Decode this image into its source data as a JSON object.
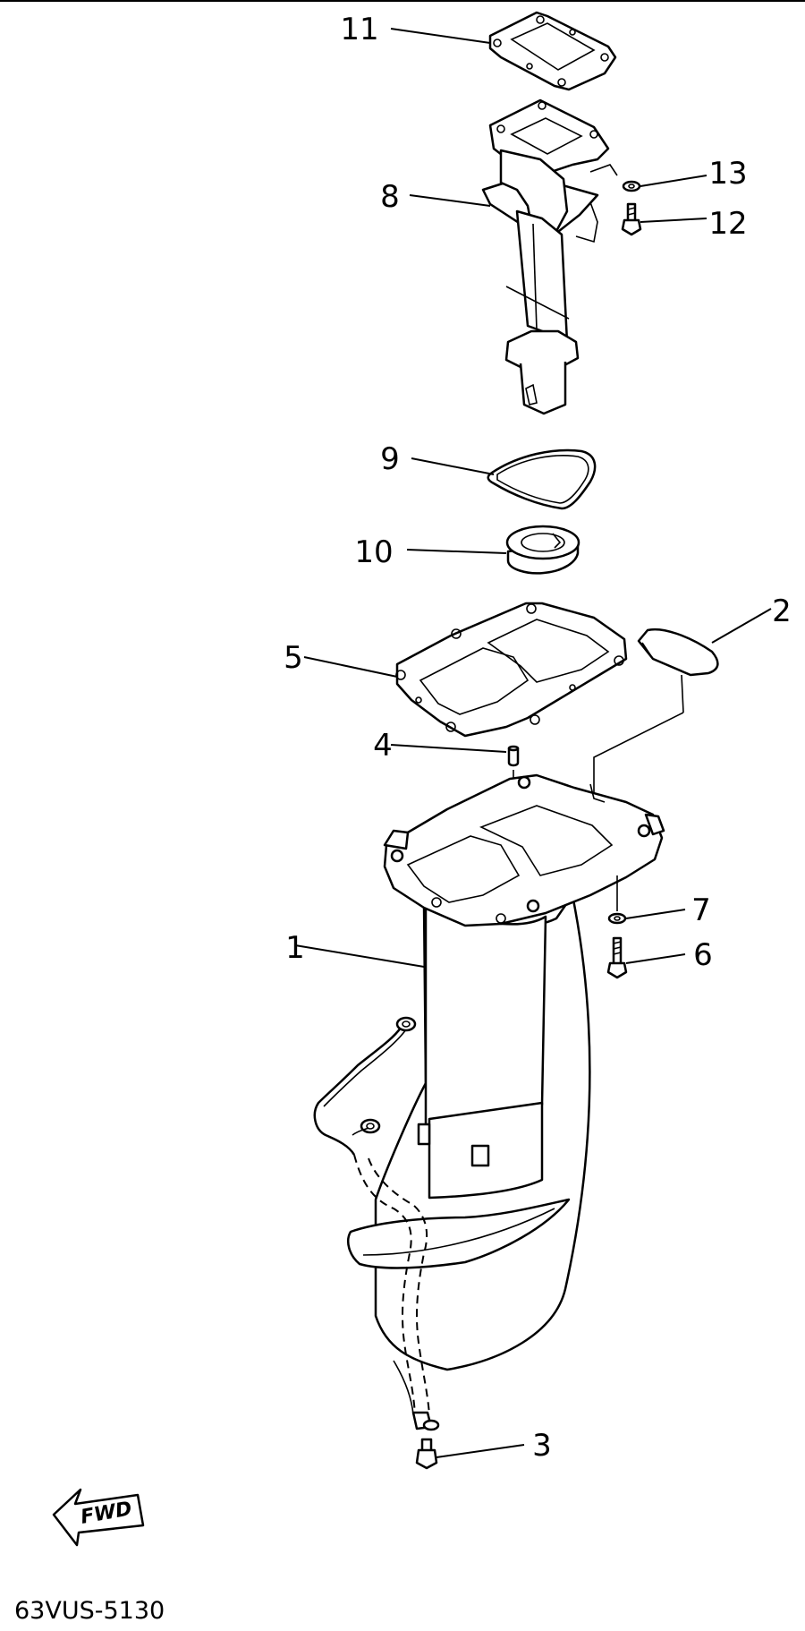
{
  "diagram": {
    "callouts": {
      "n1": "1",
      "n2": "2",
      "n3": "3",
      "n4": "4",
      "n5": "5",
      "n6": "6",
      "n7": "7",
      "n8": "8",
      "n9": "9",
      "n10": "10",
      "n11": "11",
      "n12": "12",
      "n13": "13"
    },
    "fwd_label": "FWD",
    "drawing_code": "63VUS-5130"
  }
}
